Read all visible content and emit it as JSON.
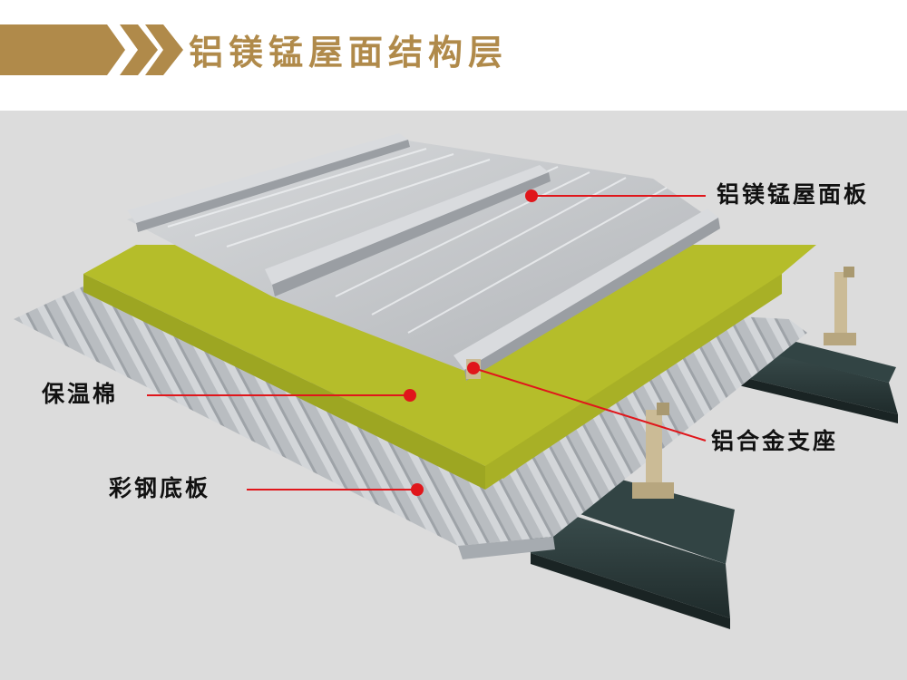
{
  "header": {
    "title": "铝镁锰屋面结构层",
    "accent_color": "#b08a4a"
  },
  "labels": {
    "roof_panel": "铝镁锰屋面板",
    "insulation": "保温棉",
    "aluminum_support": "铝合金支座",
    "steel_base_plate": "彩钢底板"
  },
  "colors": {
    "background": "#dcdcdc",
    "insulation": "#b3ba2b",
    "roof_panel": "#c4c6c9",
    "steel_base": "#b8bcc0",
    "purlin": "#2a3a3a",
    "support": "#cbbb96",
    "callout": "#e0161b"
  }
}
